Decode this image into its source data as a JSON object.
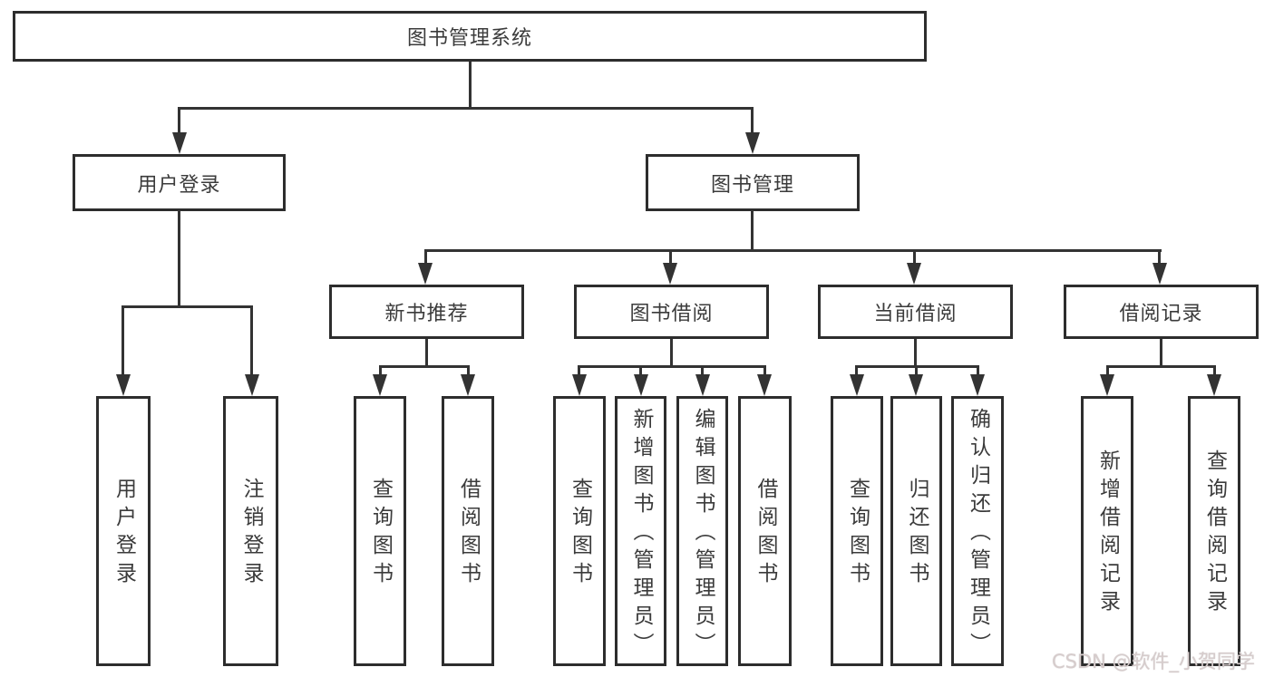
{
  "diagram": {
    "root": {
      "label": "图书管理系统"
    },
    "level2": [
      {
        "id": "user-login",
        "label": "用户登录"
      },
      {
        "id": "book-management",
        "label": "图书管理"
      }
    ],
    "level3": [
      {
        "id": "new-book-recommend",
        "label": "新书推荐"
      },
      {
        "id": "book-borrow",
        "label": "图书借阅"
      },
      {
        "id": "current-borrow",
        "label": "当前借阅"
      },
      {
        "id": "borrow-records",
        "label": "借阅记录"
      }
    ],
    "leaves": {
      "user_login": [
        "用户登录",
        "注销登录"
      ],
      "new_book_recommend": [
        "查询图书",
        "借阅图书"
      ],
      "book_borrow": [
        "查询图书",
        "新增图书（管理员）",
        "编辑图书（管理员）",
        "借阅图书"
      ],
      "current_borrow": [
        "查询图书",
        "归还图书",
        "确认归还（管理员）"
      ],
      "borrow_records": [
        "新增借阅记录",
        "查询借阅记录"
      ]
    },
    "watermark": "CSDN @软件_小贺同学",
    "colors": {
      "line": "#333333",
      "border": "#2d2d2d",
      "text": "#3b3b3b",
      "background": "#ffffff",
      "watermark": "#d6cccc"
    }
  }
}
